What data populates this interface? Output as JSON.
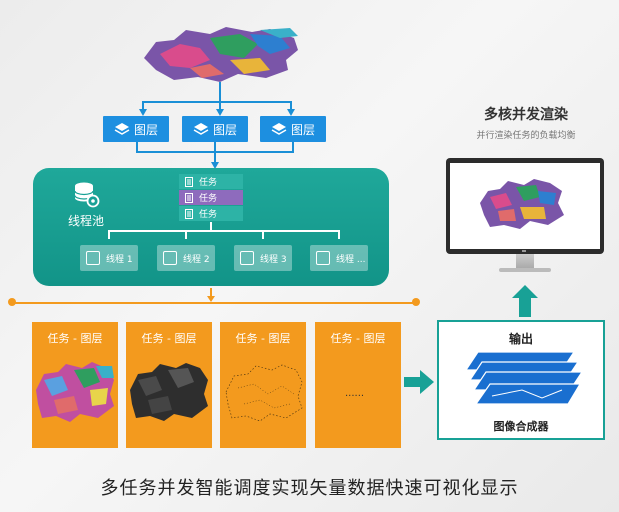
{
  "top": {
    "layers": [
      {
        "label": "图层",
        "icon": "layers-icon"
      },
      {
        "label": "图层",
        "icon": "layers-icon"
      },
      {
        "label": "图层",
        "icon": "layers-icon"
      }
    ]
  },
  "pool": {
    "label": "线程池",
    "icon": "database-gear-icon",
    "tasks": [
      "任务",
      "任务",
      "任务"
    ],
    "threads": [
      "线程 1",
      "线程 2",
      "线程 3",
      "线程 ..."
    ]
  },
  "task_cards": [
    {
      "title": "任务 - 图层",
      "content": "colored-map"
    },
    {
      "title": "任务 - 图层",
      "content": "dark-map"
    },
    {
      "title": "任务 - 图层",
      "content": "sparse-map"
    },
    {
      "title": "任务 - 图层",
      "content_text": "......"
    }
  ],
  "composer": {
    "output_label": "输出",
    "label": "图像合成器"
  },
  "render": {
    "title": "多核并发渲染",
    "subtitle": "并行渲染任务的负载均衡"
  },
  "caption": "多任务并发智能调度实现矢量数据快速可视化显示",
  "colors": {
    "blue": "#1d8fe0",
    "teal": "#18a196",
    "orange": "#f39a1e"
  }
}
